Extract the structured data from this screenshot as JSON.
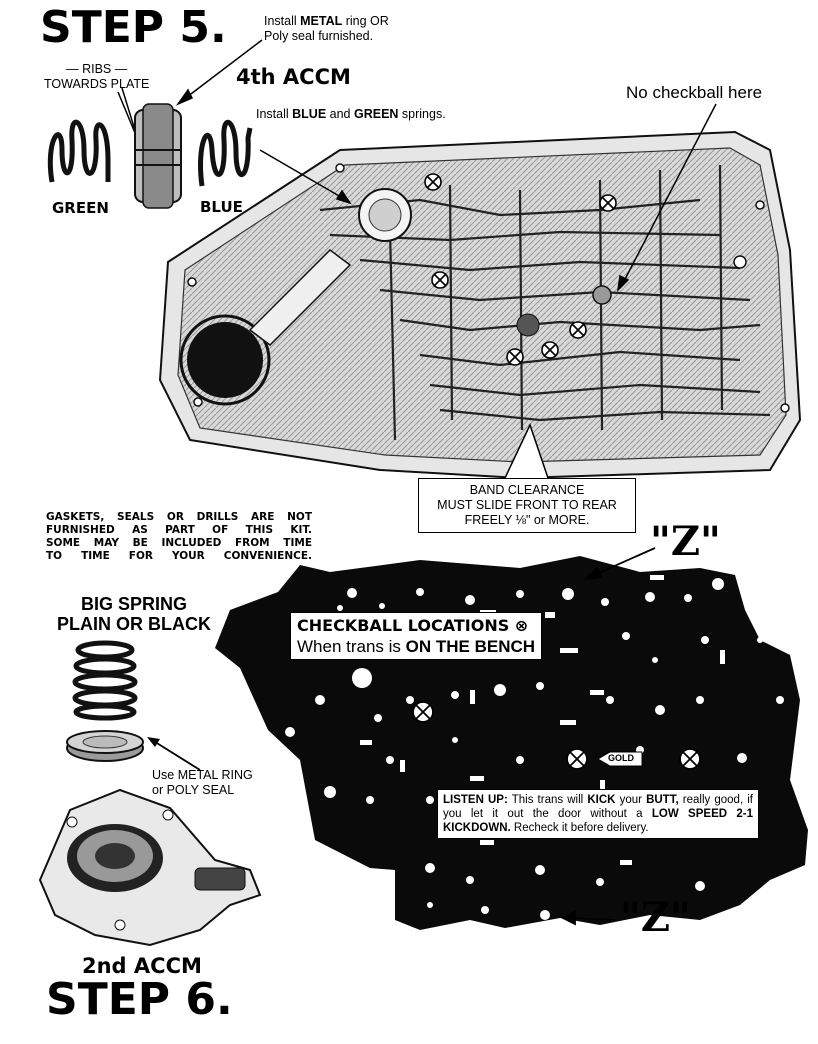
{
  "step5": {
    "title": "STEP 5.",
    "ring_note": {
      "prefix": "Install ",
      "bold1": "METAL",
      "middle": " ring OR",
      "line2": "Poly seal furnished."
    },
    "ribs_note": {
      "line1": "— RIBS —",
      "line2": "TOWARDS PLATE"
    },
    "accm_title": "4th ACCM",
    "springs_note": {
      "prefix": "Install ",
      "bold1": "BLUE",
      "middle": " and ",
      "bold2": "GREEN",
      "suffix": " springs."
    },
    "green_label": "GREEN",
    "blue_label": "BLUE"
  },
  "valve_body": {
    "no_checkball": "No checkball here",
    "band_clearance": {
      "line1": "BAND CLEARANCE",
      "line2": "MUST SLIDE FRONT TO REAR",
      "line3": "FREELY ⅛\" or MORE."
    }
  },
  "gasket_note": {
    "line1": "GASKETS, SEALS OR DRILLS ARE NOT",
    "line2": "FURNISHED AS PART OF THIS KIT.",
    "line3": "SOME MAY BE INCLUDED FROM TIME",
    "line4": "TO TIME FOR YOUR CONVENIENCE."
  },
  "separator_plate": {
    "z_top": "\"Z\"",
    "z_bottom": "\"Z\"",
    "checkball_title": "CHECKBALL LOCATIONS ⊗",
    "checkball_sub_prefix": "When trans is ",
    "checkball_sub_bold": "ON THE BENCH",
    "gold_tag": "GOLD",
    "listen_up": {
      "b1": "LISTEN UP:",
      "t1": " This trans will ",
      "b2": "KICK",
      "t2": " your ",
      "b3": "BUTT,",
      "t3": " really good, if you let it out the door without a ",
      "b4": "LOW SPEED 2-1 KICKDOWN.",
      "t4": " Recheck it before delivery."
    }
  },
  "step6": {
    "big_spring_line1": "BIG SPRING",
    "big_spring_line2": "PLAIN OR BLACK",
    "metal_ring_line1": "Use METAL RING",
    "metal_ring_line2": "or POLY SEAL",
    "accm_title": "2nd ACCM",
    "title": "STEP 6."
  }
}
